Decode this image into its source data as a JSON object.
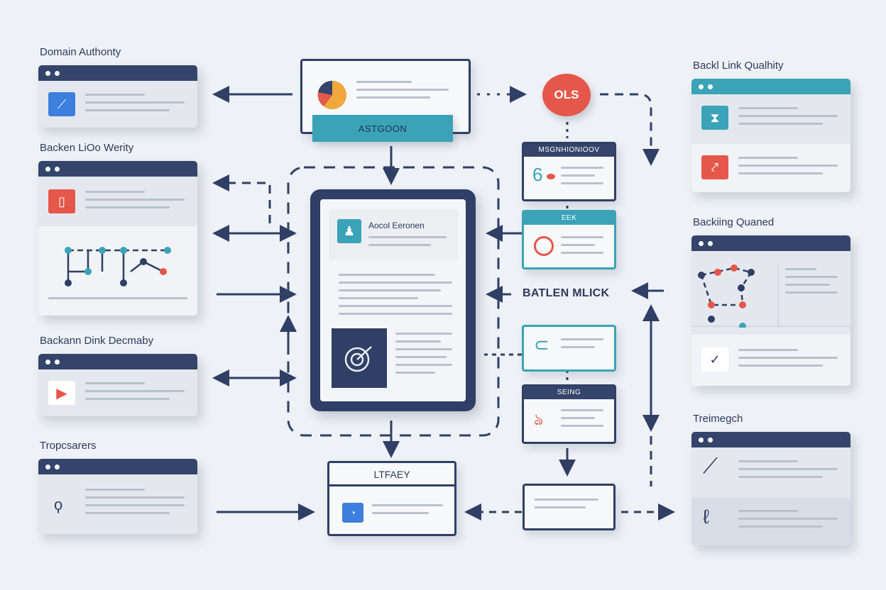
{
  "labels": {
    "domain_authority": "Domain Authonty",
    "backen_lioo": "Backen LiOo Werity",
    "backann_dink": "Backann Dink Decmaby",
    "tropcsarers": "Tropcsarers",
    "backl_link_quality": "Backl Link Qualhity",
    "backiing_quaned": "Backiing Quaned",
    "treimegch": "Treimegch"
  },
  "center": {
    "top_button": "ASTGOON",
    "doc_title": "Aocol Eeronen",
    "bottom_title": "LTFAEY",
    "side_label": "BATLEN MLICK"
  },
  "circle_badge": "OLS",
  "right_column": {
    "card1_header": "MSGNHIONIOOV",
    "card2_header": "EEK",
    "card3_header": "SEING"
  },
  "colors": {
    "navy": "#34446b",
    "teal": "#3aa3b7",
    "red": "#e5574a",
    "blue": "#3c7fdc",
    "orange": "#f0a83a"
  },
  "icons": [
    "trend-icon",
    "document-icon",
    "play-icon",
    "lasso-icon",
    "chart-pie-icon",
    "target-icon",
    "hourglass-icon",
    "wrench-icon",
    "checkmark-icon",
    "slash-icon",
    "curl-icon",
    "dot-icon"
  ]
}
